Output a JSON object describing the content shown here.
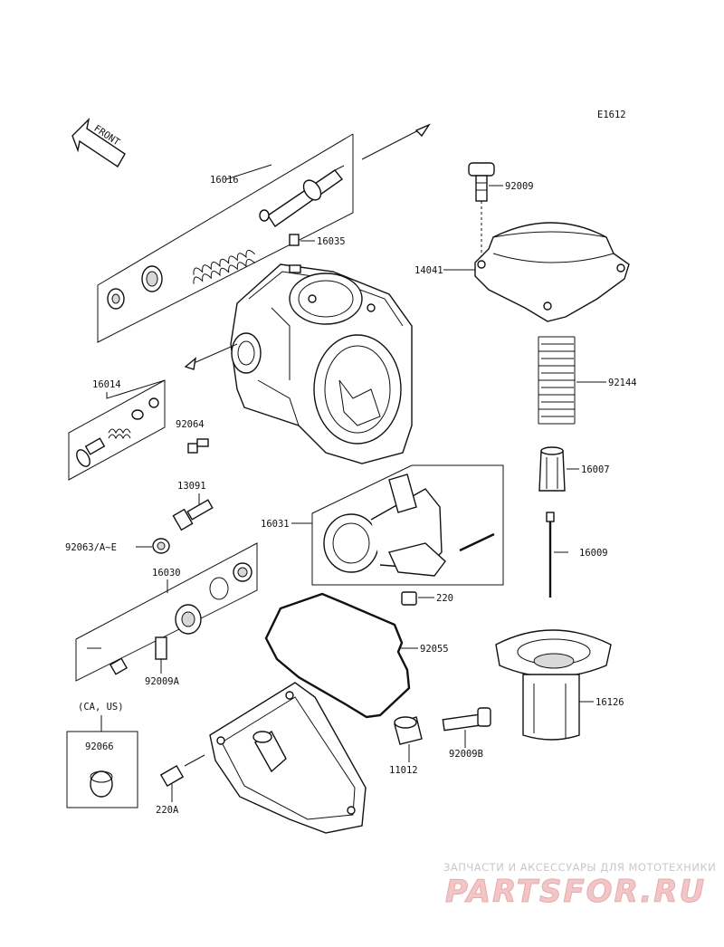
{
  "diagram": {
    "code": "E1612",
    "front_label": "FRONT",
    "parts": {
      "p16016": "16016",
      "p16035": "16035",
      "p92009_top": "92009",
      "p14041": "14041",
      "p16014": "16014",
      "p92064": "92064",
      "p13091": "13091",
      "p92144": "92144",
      "p16007": "16007",
      "p16031": "16031",
      "p16009": "16009",
      "p92063": "92063/A~E",
      "p16030": "16030",
      "p220": "220",
      "p92055": "92055",
      "p92009A": "92009A",
      "p16126": "16126",
      "p92066": "92066",
      "p92009B": "92009B",
      "p11012": "11012",
      "p220A": "220A"
    },
    "region_note": "(CA, US)"
  },
  "watermark": {
    "tagline": "ЗАПЧАСТИ И АКСЕССУАРЫ ДЛЯ МОТОТЕХНИКИ",
    "logo": "PARTSFOR.RU"
  }
}
